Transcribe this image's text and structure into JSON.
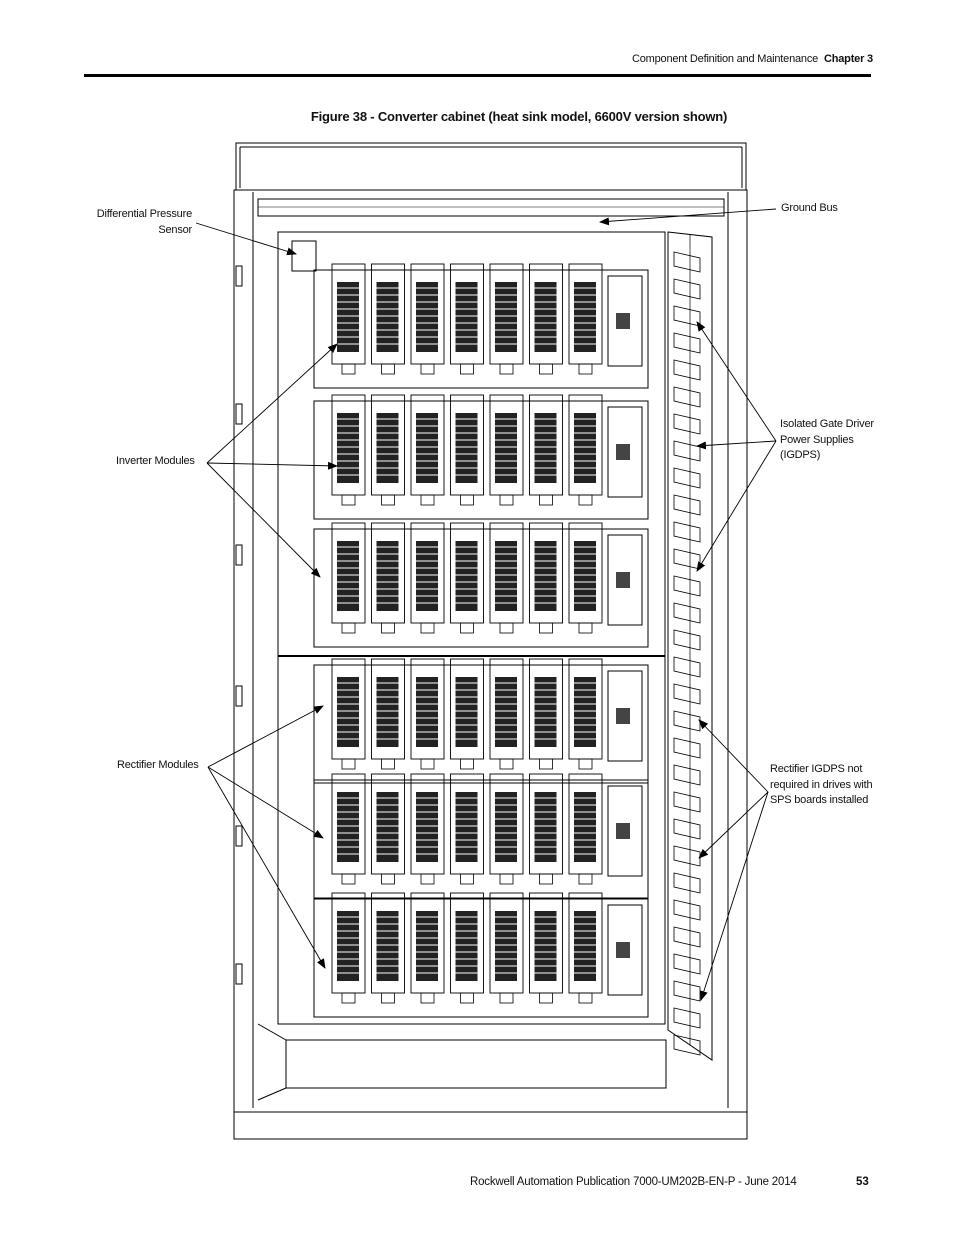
{
  "header": {
    "section": "Component Definition and Maintenance",
    "chapter": "Chapter 3"
  },
  "figure": {
    "title": "Figure 38 - Converter cabinet (heat sink model, 6600V version shown)"
  },
  "callouts": {
    "pressure_sensor": [
      "Differential Pressure",
      "Sensor"
    ],
    "ground_bus": [
      "Ground Bus"
    ],
    "inverter_modules": [
      "Inverter Modules"
    ],
    "igdps": [
      "Isolated Gate Driver",
      "Power Supplies",
      "(IGDPS)"
    ],
    "rectifier_modules": [
      "Rectifier Modules"
    ],
    "rectifier_igdps": [
      "Rectifier IGDPS not",
      "required in drives with",
      "SPS boards installed"
    ]
  },
  "footer": {
    "publication": "Rockwell Automation Publication 7000-UM202B-EN-P - June 2014",
    "page_number": "53"
  }
}
